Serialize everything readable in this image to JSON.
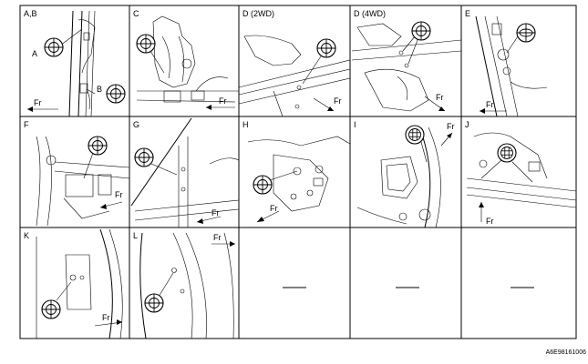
{
  "figure": {
    "code": "A6E98161006",
    "front_label": "Fr",
    "panels": [
      {
        "label": "A,B",
        "callouts": [
          "A",
          "B"
        ]
      },
      {
        "label": "C"
      },
      {
        "label": "D (2WD)"
      },
      {
        "label": "D (4WD)"
      },
      {
        "label": "E"
      },
      {
        "label": "F"
      },
      {
        "label": "G"
      },
      {
        "label": "H"
      },
      {
        "label": "I"
      },
      {
        "label": "J"
      },
      {
        "label": "K"
      },
      {
        "label": "L"
      }
    ]
  }
}
